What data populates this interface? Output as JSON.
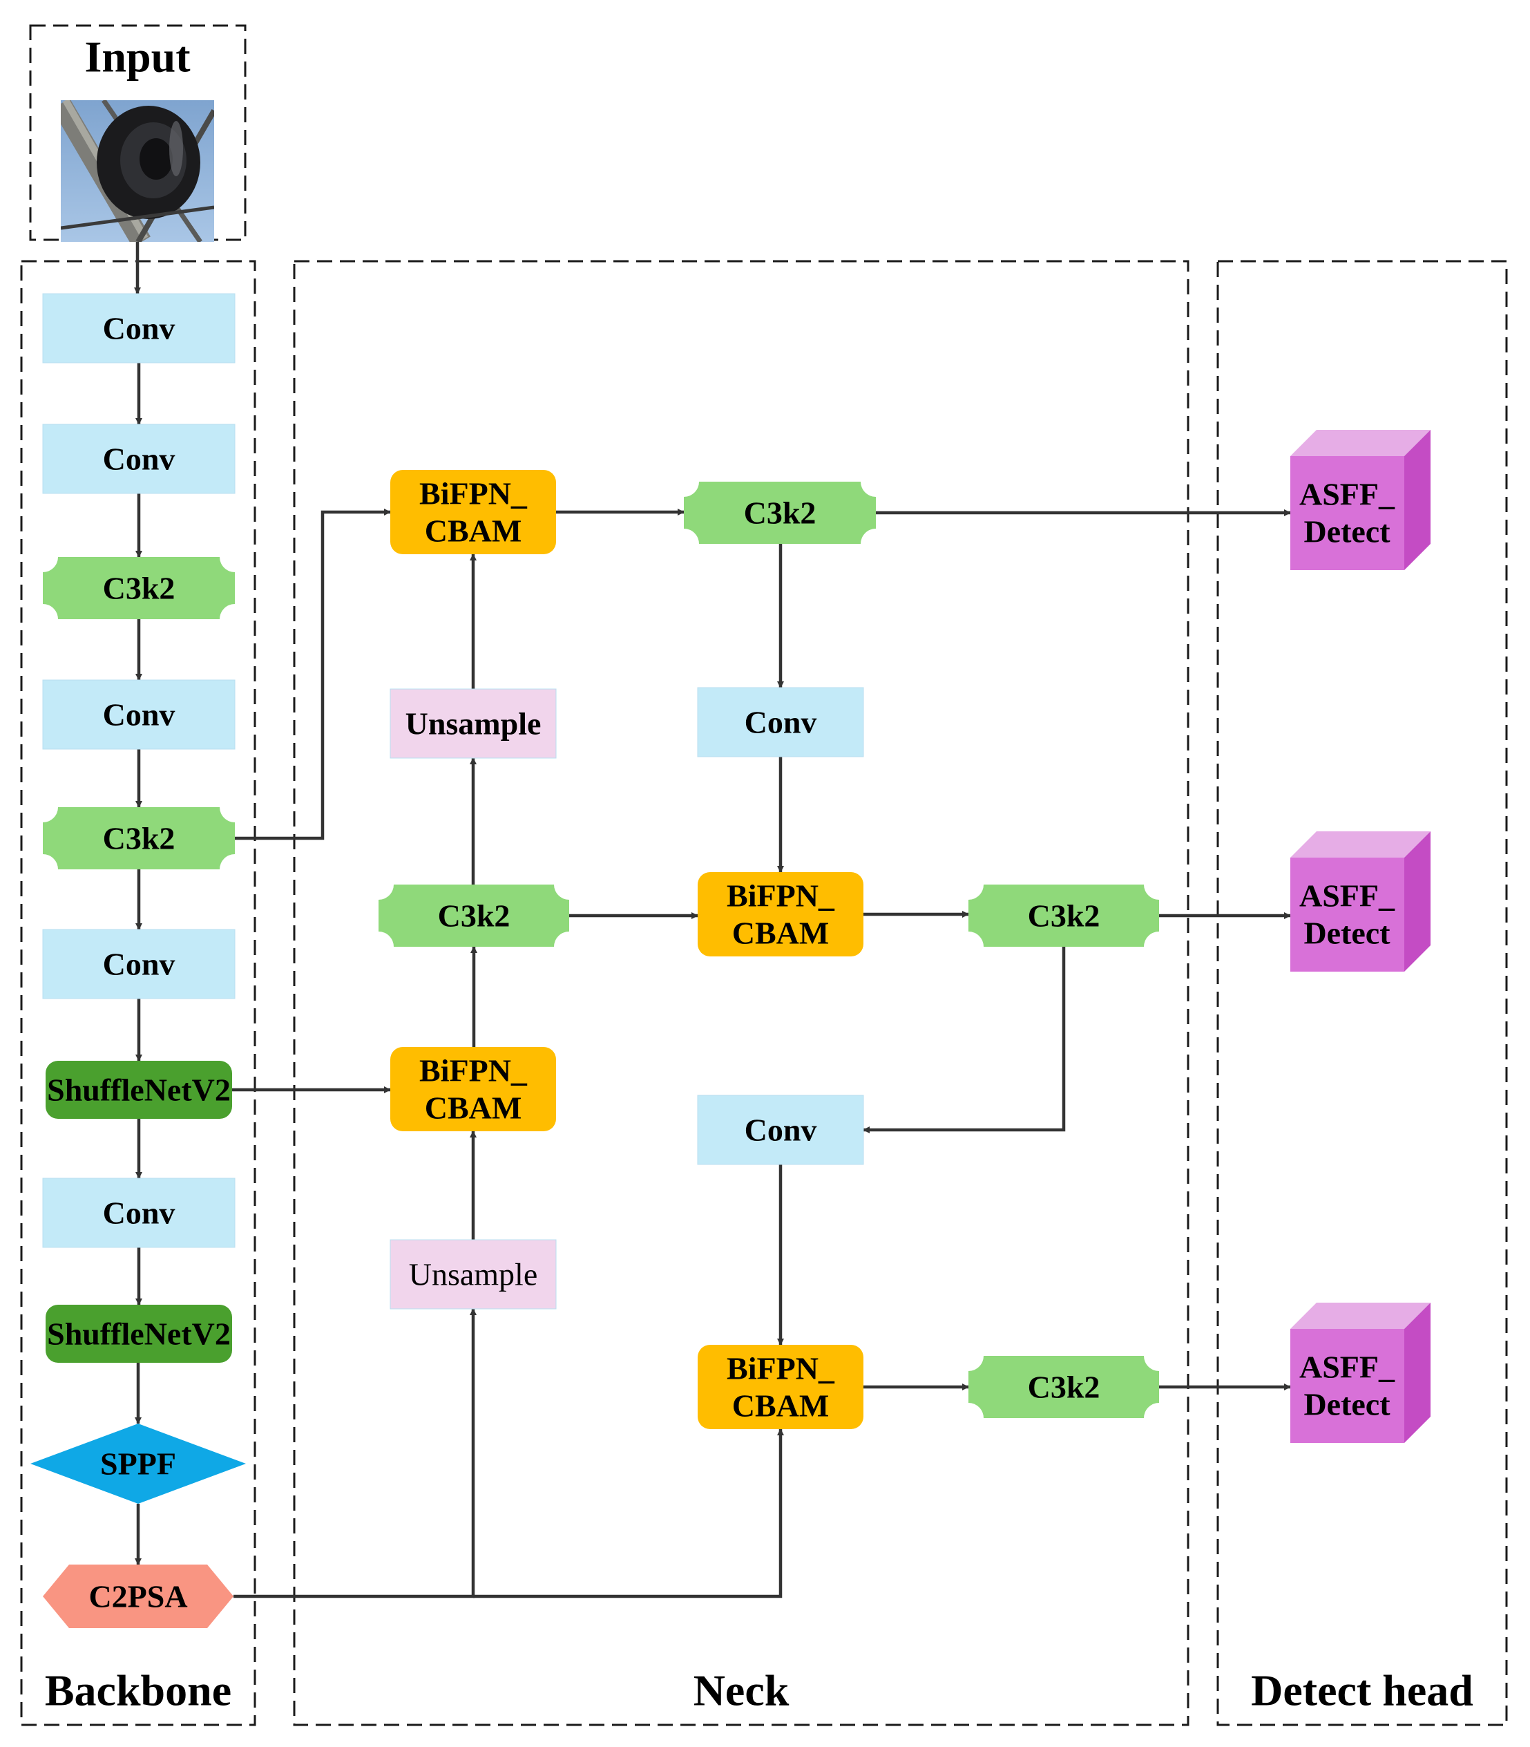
{
  "colors": {
    "conv": "#c3eaf8",
    "c3k2": "#8fd97a",
    "shufflenet": "#4aa02e",
    "sppf": "#0fa8e6",
    "c2psa": "#f99582",
    "bifpn": "#ffbd00",
    "unsample": "#f1d5ec",
    "detect_front": "#d871d8",
    "detect_top": "#e6ade6",
    "detect_side": "#c44cc4",
    "edge": "#333333"
  },
  "sections": {
    "input": "Input",
    "backbone": "Backbone",
    "neck": "Neck",
    "head": "Detect head"
  },
  "input_image": "insulator-photo",
  "backbone": [
    {
      "id": "b_conv1",
      "label": "Conv",
      "shape": "rect",
      "color": "conv"
    },
    {
      "id": "b_conv2",
      "label": "Conv",
      "shape": "rect",
      "color": "conv"
    },
    {
      "id": "b_c3k2_1",
      "label": "C3k2",
      "shape": "notch",
      "color": "c3k2"
    },
    {
      "id": "b_conv3",
      "label": "Conv",
      "shape": "rect",
      "color": "conv"
    },
    {
      "id": "b_c3k2_2",
      "label": "C3k2",
      "shape": "notch",
      "color": "c3k2"
    },
    {
      "id": "b_conv4",
      "label": "Conv",
      "shape": "rect",
      "color": "conv"
    },
    {
      "id": "b_shuf1",
      "label": "ShuffleNetV2",
      "shape": "rounded",
      "color": "shufflenet"
    },
    {
      "id": "b_conv5",
      "label": "Conv",
      "shape": "rect",
      "color": "conv"
    },
    {
      "id": "b_shuf2",
      "label": "ShuffleNetV2",
      "shape": "rounded",
      "color": "shufflenet"
    },
    {
      "id": "b_sppf",
      "label": "SPPF",
      "shape": "diamond",
      "color": "sppf"
    },
    {
      "id": "b_c2psa",
      "label": "C2PSA",
      "shape": "hexagon",
      "color": "c2psa"
    }
  ],
  "neck": [
    {
      "id": "n_bifpn1",
      "label": "BiFPN_\nCBAM",
      "shape": "rounded",
      "color": "bifpn"
    },
    {
      "id": "n_c3k2_top",
      "label": "C3k2",
      "shape": "notch",
      "color": "c3k2"
    },
    {
      "id": "n_uns1",
      "label": "Unsample",
      "shape": "rect",
      "color": "unsample"
    },
    {
      "id": "n_conv_a",
      "label": "Conv",
      "shape": "rect",
      "color": "conv"
    },
    {
      "id": "n_c3k2_mid",
      "label": "C3k2",
      "shape": "notch",
      "color": "c3k2"
    },
    {
      "id": "n_bifpn2",
      "label": "BiFPN_\nCBAM",
      "shape": "rounded",
      "color": "bifpn"
    },
    {
      "id": "n_c3k2_mid2",
      "label": "C3k2",
      "shape": "notch",
      "color": "c3k2"
    },
    {
      "id": "n_bifpn3",
      "label": "BiFPN_\nCBAM",
      "shape": "rounded",
      "color": "bifpn"
    },
    {
      "id": "n_conv_b",
      "label": "Conv",
      "shape": "rect",
      "color": "conv"
    },
    {
      "id": "n_uns2",
      "label": "Unsample",
      "shape": "rect",
      "color": "unsample",
      "style": "normal"
    },
    {
      "id": "n_bifpn4",
      "label": "BiFPN_\nCBAM",
      "shape": "rounded",
      "color": "bifpn"
    },
    {
      "id": "n_c3k2_bot",
      "label": "C3k2",
      "shape": "notch",
      "color": "c3k2"
    }
  ],
  "head": [
    {
      "id": "h_det1",
      "label": "ASFF_\nDetect",
      "shape": "cube"
    },
    {
      "id": "h_det2",
      "label": "ASFF_\nDetect",
      "shape": "cube"
    },
    {
      "id": "h_det3",
      "label": "ASFF_\nDetect",
      "shape": "cube"
    }
  ],
  "edges": [
    [
      "input",
      "b_conv1"
    ],
    [
      "b_conv1",
      "b_conv2"
    ],
    [
      "b_conv2",
      "b_c3k2_1"
    ],
    [
      "b_c3k2_1",
      "b_conv3"
    ],
    [
      "b_conv3",
      "b_c3k2_2"
    ],
    [
      "b_c3k2_2",
      "b_conv4"
    ],
    [
      "b_conv4",
      "b_shuf1"
    ],
    [
      "b_shuf1",
      "b_conv5"
    ],
    [
      "b_conv5",
      "b_shuf2"
    ],
    [
      "b_shuf2",
      "b_sppf"
    ],
    [
      "b_sppf",
      "b_c2psa"
    ],
    [
      "b_c3k2_2",
      "n_bifpn1"
    ],
    [
      "b_shuf1",
      "n_bifpn3"
    ],
    [
      "b_c2psa",
      "n_uns2"
    ],
    [
      "b_c2psa",
      "n_bifpn4"
    ],
    [
      "n_uns2",
      "n_bifpn3"
    ],
    [
      "n_bifpn3",
      "n_c3k2_mid"
    ],
    [
      "n_c3k2_mid",
      "n_uns1"
    ],
    [
      "n_uns1",
      "n_bifpn1"
    ],
    [
      "n_c3k2_mid",
      "n_bifpn2"
    ],
    [
      "n_bifpn1",
      "n_c3k2_top"
    ],
    [
      "n_c3k2_top",
      "n_conv_a"
    ],
    [
      "n_conv_a",
      "n_bifpn2"
    ],
    [
      "n_bifpn2",
      "n_c3k2_mid2"
    ],
    [
      "n_c3k2_mid2",
      "n_conv_b"
    ],
    [
      "n_conv_b",
      "n_bifpn4"
    ],
    [
      "n_bifpn4",
      "n_c3k2_bot"
    ],
    [
      "n_c3k2_top",
      "h_det1"
    ],
    [
      "n_c3k2_mid2",
      "h_det2"
    ],
    [
      "n_c3k2_bot",
      "h_det3"
    ]
  ]
}
